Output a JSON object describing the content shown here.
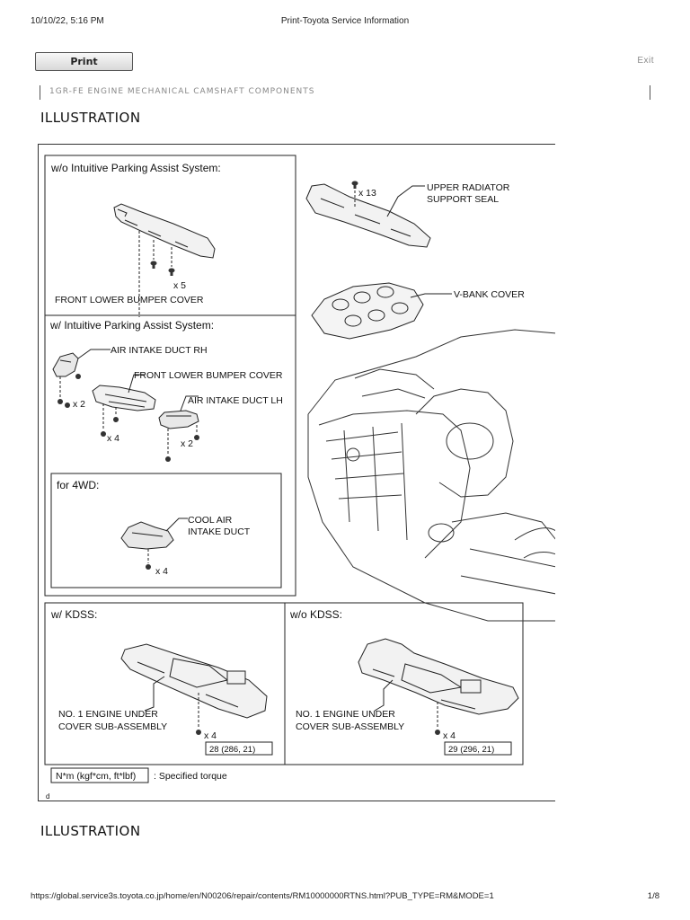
{
  "header": {
    "datetime": "10/10/22, 5:16 PM",
    "title": "Print-Toyota Service Information"
  },
  "toolbar": {
    "print_label": "Print",
    "exit_label": "Exit"
  },
  "breadcrumb": "1GR-FE ENGINE MECHANICAL  CAMSHAFT  COMPONENTS",
  "headings": {
    "first": "ILLUSTRATION",
    "second": "ILLUSTRATION"
  },
  "figure": {
    "panels": {
      "without_ipas": "w/o Intuitive Parking Assist System:",
      "with_ipas": "w/ Intuitive Parking Assist System:",
      "four_wd": "for 4WD:",
      "with_kdss": "w/ KDSS:",
      "without_kdss": "w/o KDSS:"
    },
    "labels": {
      "front_lower_bumper_cover_1": "FRONT LOWER BUMPER COVER",
      "front_lower_bumper_cover_2": "FRONT LOWER BUMPER COVER",
      "air_intake_duct_rh": "AIR INTAKE DUCT RH",
      "air_intake_duct_lh": "AIR INTAKE DUCT LH",
      "cool_air_line1": "COOL AIR",
      "cool_air_line2": "INTAKE DUCT",
      "upper_radiator_line1": "UPPER RADIATOR",
      "upper_radiator_line2": "SUPPORT SEAL",
      "v_bank_cover": "V-BANK COVER",
      "engine_under_1_line1": "NO. 1 ENGINE UNDER",
      "engine_under_1_line2": "COVER SUB-ASSEMBLY",
      "engine_under_2_line1": "NO. 1 ENGINE UNDER",
      "engine_under_2_line2": "COVER SUB-ASSEMBLY"
    },
    "quantities": {
      "bumper_clips": "x 5",
      "radiator_clips": "x 13",
      "duct_rh_bolts": "x 2",
      "bumper_bolts": "x 4",
      "duct_lh_bolts": "x 2",
      "cool_air_bolts": "x 4",
      "kdss_bolts": "x 4",
      "no_kdss_bolts": "x 4"
    },
    "torques": {
      "kdss": "28 (286, 21)",
      "no_kdss": "29 (296, 21)"
    },
    "legend": {
      "unit": "N*m (kgf*cm, ft*lbf)",
      "desc": ": Specified torque"
    },
    "figure_code": "d"
  },
  "footer": {
    "url": "https://global.service3s.toyota.co.jp/home/en/N00206/repair/contents/RM10000000RTNS.html?PUB_TYPE=RM&MODE=1",
    "page": "1/8"
  }
}
